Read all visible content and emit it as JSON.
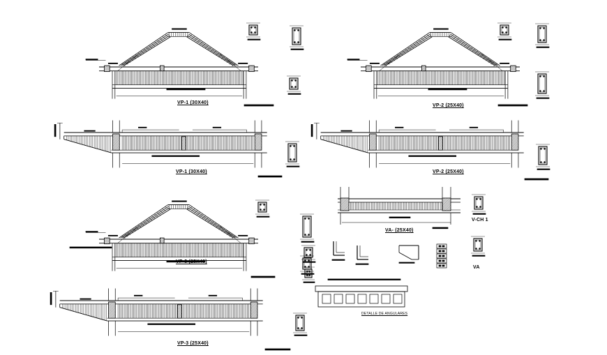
{
  "drawing": {
    "background": "#ffffff",
    "ink": "#000000",
    "labels": {
      "beam_vp1_top": "VP-1 (30X40)",
      "beam_vp1_bottom": "VP-1 (30X40)",
      "beam_vp2_top": "VP-2 (25X40)",
      "beam_vp2_bottom": "VP-2 (25X40)",
      "beam_vp3_top": "VP-3 (25X40)",
      "beam_vp3_bottom": "VP-3 (25X40)",
      "beam_va": "VA- (25X40)",
      "section_vch1": "V-CH 1",
      "section_va": "VA",
      "stirrup_detail": "DETALLE DE ANGULARES"
    }
  }
}
